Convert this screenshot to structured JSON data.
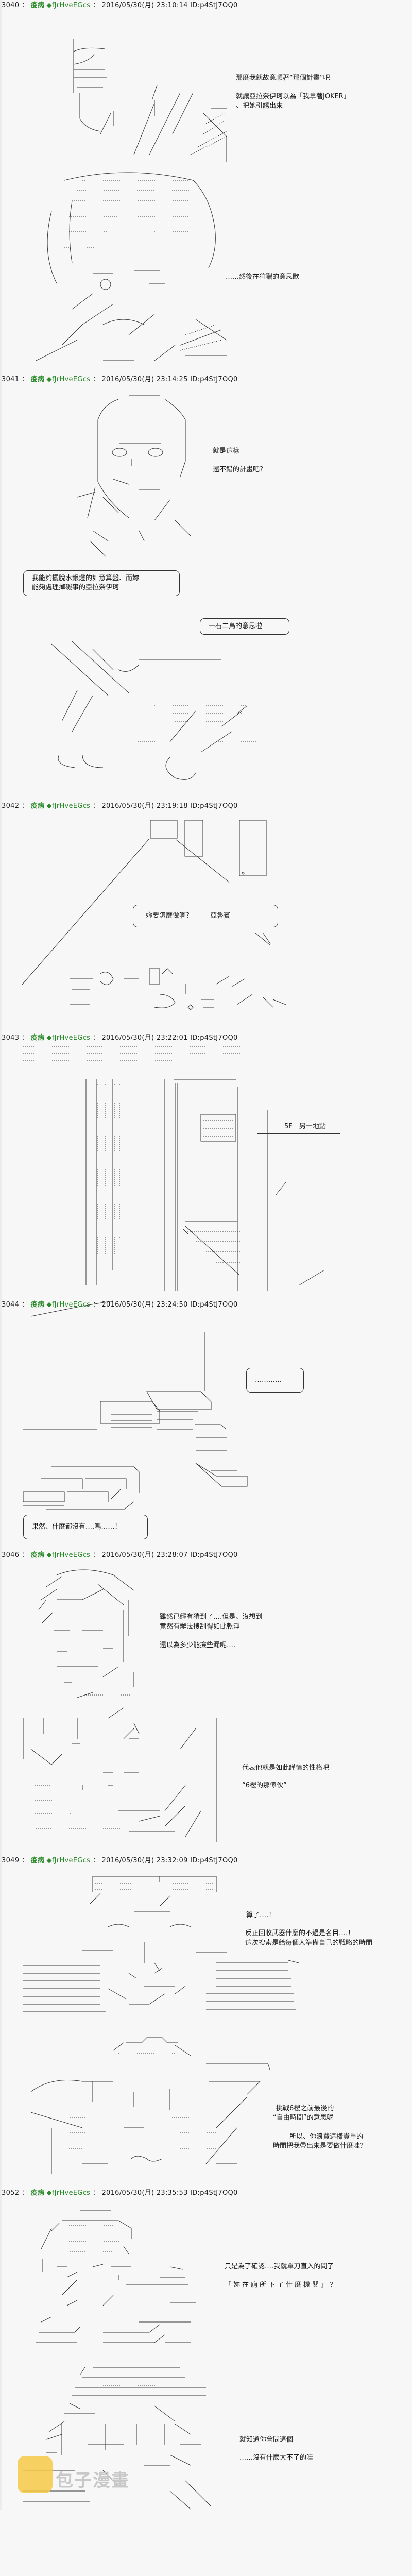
{
  "author": {
    "name": "疫病",
    "trip": "◆fJrHveEGcs",
    "id": "ID:p4StJ7OQ0",
    "sep": "："
  },
  "posts": [
    {
      "num": "3040",
      "datetime": "2016/05/30(月) 23:10:14",
      "lines": [
        "那麼我就故意順著“那個計畫”吧",
        "就讓亞拉奈伊珂以為「我拿著JOKER」",
        "、把她引誘出來",
        "……然後在狩獵的意思歐"
      ]
    },
    {
      "num": "3041",
      "datetime": "2016/05/30(月) 23:14:25",
      "lines": [
        "就是這樣",
        "還不錯的計畫吧？"
      ],
      "bubbles": [
        [
          "我能夠擺脫水銀燈的如意算盤、而妳",
          "能夠處理掉礙事的亞拉奈伊珂"
        ],
        [
          "一石二鳥的意思啦"
        ]
      ]
    },
    {
      "num": "3042",
      "datetime": "2016/05/30(月) 23:19:18",
      "bubbles": [
        [
          "妳要怎麼做啊？ —— 亞魯賓"
        ]
      ]
    },
    {
      "num": "3043",
      "datetime": "2016/05/30(月) 23:22:01",
      "sign": "5F　另一地點"
    },
    {
      "num": "3044",
      "datetime": "2016/05/30(月) 23:24:50",
      "bubbles": [
        [
          "…………"
        ],
        [
          "果然、什麼都沒有‥‥嗎‥‥‥！"
        ]
      ]
    },
    {
      "num": "3046",
      "datetime": "2016/05/30(月) 23:28:07",
      "lines": [
        "雖然已經有猜到了‥‥但是、沒想到",
        "竟然有辦法搜刮得如此乾淨",
        "還以為多少能撿些漏呢‥‥",
        "代表他就是如此謹慎的性格吧",
        "“6樓的那傢伙”"
      ]
    },
    {
      "num": "3049",
      "datetime": "2016/05/30(月) 23:32:09",
      "lines": [
        "算了‥‥！",
        "反正回收武器什麼的不過是名目‥‥！",
        "這次搜索是給每個人準備自己的戰略的時間",
        "挑戰6樓之前最後的",
        "“自由時間”的意思呢",
        "—— 所以、你浪費這樣貴重的",
        "時間把我帶出來是要做什麼哇？"
      ]
    },
    {
      "num": "3052",
      "datetime": "2016/05/30(月) 23:35:53",
      "lines": [
        "只是為了確認‥‥我就單刀直入的問了",
        "「妳在廁所下了什麼機關」？",
        "就知道你會問這個",
        "……沒有什麼大不了的哇"
      ]
    }
  ],
  "watermark": "包子漫畫"
}
